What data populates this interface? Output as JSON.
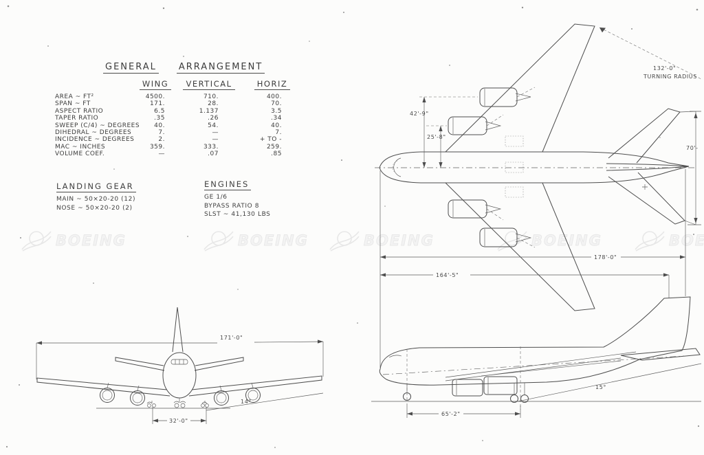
{
  "ga": {
    "title_left": "GENERAL",
    "title_right": "ARRANGEMENT",
    "col_wing": "WING",
    "col_vertical": "VERTICAL",
    "col_horiz": "HORIZ",
    "rows": [
      {
        "label": "AREA ~ FT²",
        "wing": "4500.",
        "vertical": "710.",
        "horiz": "400."
      },
      {
        "label": "SPAN ~ FT",
        "wing": "171.",
        "vertical": "28.",
        "horiz": "70."
      },
      {
        "label": "ASPECT RATIO",
        "wing": "6.5",
        "vertical": "1.137",
        "horiz": "3.5"
      },
      {
        "label": "TAPER RATIO",
        "wing": ".35",
        "vertical": ".26",
        "horiz": ".34"
      },
      {
        "label": "SWEEP (C/4) ~ DEGREES",
        "wing": "40.",
        "vertical": "54.",
        "horiz": "40."
      },
      {
        "label": "DIHEDRAL ~ DEGREES",
        "wing": "7.",
        "vertical": "—",
        "horiz": "7."
      },
      {
        "label": "INCIDENCE ~ DEGREES",
        "wing": "2.",
        "vertical": "—",
        "horiz": "+ TO -"
      },
      {
        "label": "MAC ~ INCHES",
        "wing": "359.",
        "vertical": "333.",
        "horiz": "259."
      },
      {
        "label": "VOLUME COEF.",
        "wing": "—",
        "vertical": ".07",
        "horiz": ".85"
      }
    ]
  },
  "landing_gear": {
    "title": "LANDING GEAR",
    "line1": "MAIN ~ 50×20-20 (12)",
    "line2": "NOSE ~ 50×20-20 (2)"
  },
  "engines": {
    "title": "ENGINES",
    "line1": "GE 1/6",
    "line2": "BYPASS RATIO 8",
    "line3": "SLST ~ 41,130 LBS"
  },
  "dims": {
    "turning_radius_value": "132'-0\"",
    "turning_radius_label": "TURNING RADIUS",
    "engine_outboard": "42'-9\"",
    "engine_inboard": "25'-8\"",
    "horiz_tail_span": "70'-",
    "overall_length": "178'-0\"",
    "body_length": "164'-5\"",
    "wing_span": "171'-0\"",
    "gear_track": "32'-0\"",
    "wheel_base": "65'-2\"",
    "tail_clearance_angle": "15°",
    "wing_clearance_angle": "14°"
  },
  "watermark": {
    "text": "BOEING"
  },
  "colors": {
    "ink": "#4d4d4d",
    "faint": "#e7e7e7"
  }
}
